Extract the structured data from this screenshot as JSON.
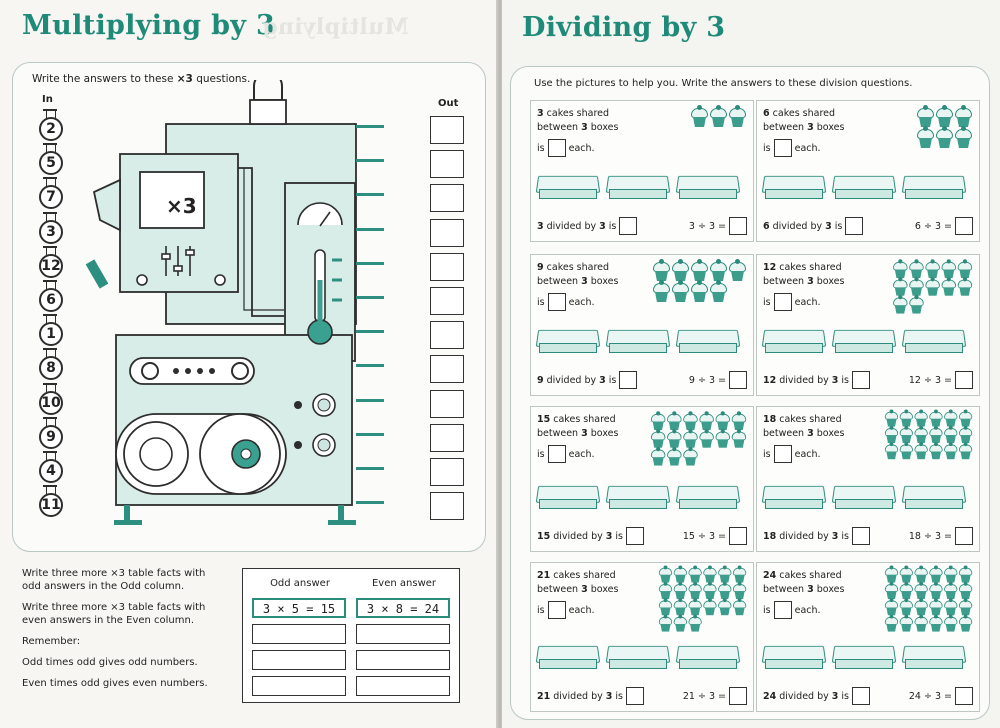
{
  "left": {
    "title": "Multiplying by 3",
    "title_ghost": "Multiplying",
    "instruction_prefix": "Write the answers to these ",
    "instruction_op": "×3",
    "instruction_suffix": " questions.",
    "in_label": "In",
    "out_label": "Out",
    "machine_label": "×3",
    "inputs": [
      "2",
      "5",
      "7",
      "3",
      "12",
      "6",
      "1",
      "8",
      "10",
      "9",
      "4",
      "11"
    ],
    "facts": {
      "line1": "Write three more ×3 table facts with",
      "line2": "odd answers in the Odd column.",
      "line3": "Write three more ×3 table facts with",
      "line4": "even answers in the Even column.",
      "line5": "Remember:",
      "line6": "Odd times odd gives odd numbers.",
      "line7": "Even times odd gives even numbers."
    },
    "table": {
      "odd_header": "Odd answer",
      "even_header": "Even answer",
      "odd_example": "3 × 5 = 15",
      "even_example": "3 × 8 = 24"
    }
  },
  "right": {
    "title": "Dividing by 3",
    "instruction": "Use the pictures to help you. Write the answers to these division questions.",
    "cards": [
      {
        "n": "3",
        "cakes_text": "cakes shared",
        "between": "between",
        "three": "3",
        "boxes": "boxes",
        "is": "is",
        "each": "each.",
        "divided": "divided by",
        "by": "3",
        "is2": "is",
        "eq": "3 ÷ 3 =",
        "cakes": 3
      },
      {
        "n": "6",
        "cakes_text": "cakes shared",
        "between": "between",
        "three": "3",
        "boxes": "boxes",
        "is": "is",
        "each": "each.",
        "divided": "divided by",
        "by": "3",
        "is2": "is",
        "eq": "6 ÷ 3 =",
        "cakes": 6
      },
      {
        "n": "9",
        "cakes_text": "cakes shared",
        "between": "between",
        "three": "3",
        "boxes": "boxes",
        "is": "is",
        "each": "each.",
        "divided": "divided by",
        "by": "3",
        "is2": "is",
        "eq": "9 ÷ 3 =",
        "cakes": 9
      },
      {
        "n": "12",
        "cakes_text": "cakes shared",
        "between": "between",
        "three": "3",
        "boxes": "boxes",
        "is": "is",
        "each": "each.",
        "divided": "divided by",
        "by": "3",
        "is2": "is",
        "eq": "12 ÷ 3 =",
        "cakes": 12
      },
      {
        "n": "15",
        "cakes_text": "cakes shared",
        "between": "between",
        "three": "3",
        "boxes": "boxes",
        "is": "is",
        "each": "each.",
        "divided": "divided by",
        "by": "3",
        "is2": "is",
        "eq": "15 ÷ 3 =",
        "cakes": 15
      },
      {
        "n": "18",
        "cakes_text": "cakes shared",
        "between": "between",
        "three": "3",
        "boxes": "boxes",
        "is": "is",
        "each": "each.",
        "divided": "divided by",
        "by": "3",
        "is2": "is",
        "eq": "18 ÷ 3 =",
        "cakes": 18
      },
      {
        "n": "21",
        "cakes_text": "cakes shared",
        "between": "between",
        "three": "3",
        "boxes": "boxes",
        "is": "is",
        "each": "each.",
        "divided": "divided by",
        "by": "3",
        "is2": "is",
        "eq": "21 ÷ 3 =",
        "cakes": 21
      },
      {
        "n": "24",
        "cakes_text": "cakes shared",
        "between": "between",
        "three": "3",
        "boxes": "boxes",
        "is": "is",
        "each": "each.",
        "divided": "divided by",
        "by": "3",
        "is2": "is",
        "eq": "24 ÷ 3 =",
        "cakes": 24
      }
    ]
  },
  "colors": {
    "accent": "#1f8a78",
    "machine": "#d8ece8",
    "ink": "#2d2d2d"
  }
}
